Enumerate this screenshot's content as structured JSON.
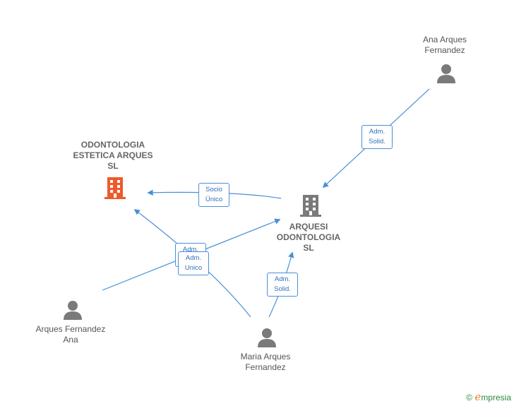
{
  "nodes": {
    "company_main": "ODONTOLOGIA ESTETICA ARQUES SL",
    "company_arquesi": "ARQUESI ODONTOLOGIA SL",
    "person_ana_top": "Ana Arques Fernandez",
    "person_arques_ana": "Arques Fernandez Ana",
    "person_maria": "Maria Arques Fernandez"
  },
  "edges": {
    "socio_unico": "Socio Único",
    "adm_solid_top": "Adm. Solid.",
    "adm_unico_a": "Adm. Unico",
    "adm_unico_b": "Adm. Unico",
    "adm_solid_bottom": "Adm. Solid."
  },
  "colors": {
    "edge": "#4a8fd8",
    "company_highlight": "#ee5a2c",
    "company_default": "#7a7a7a",
    "person": "#7a7a7a"
  },
  "brand": {
    "copyright": "©",
    "name": "mpresia",
    "initial": "e"
  }
}
